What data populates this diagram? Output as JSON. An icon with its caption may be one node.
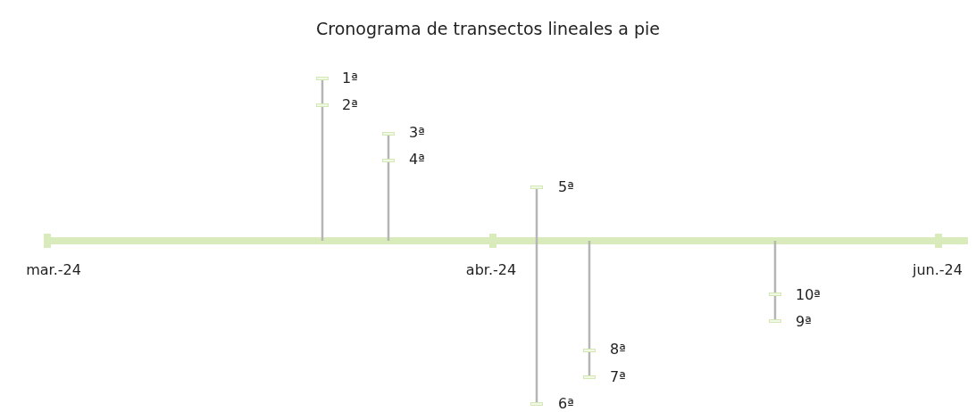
{
  "diagram": {
    "title": "Cronograma de transectos lineales a pie",
    "labels": [
      "1ª",
      "2ª",
      "3ª",
      "4ª",
      "5ª",
      "mar.-24",
      "abr.-24",
      "jun.-24",
      "10ª",
      "9ª",
      "8ª",
      "7ª",
      "6ª"
    ]
  }
}
